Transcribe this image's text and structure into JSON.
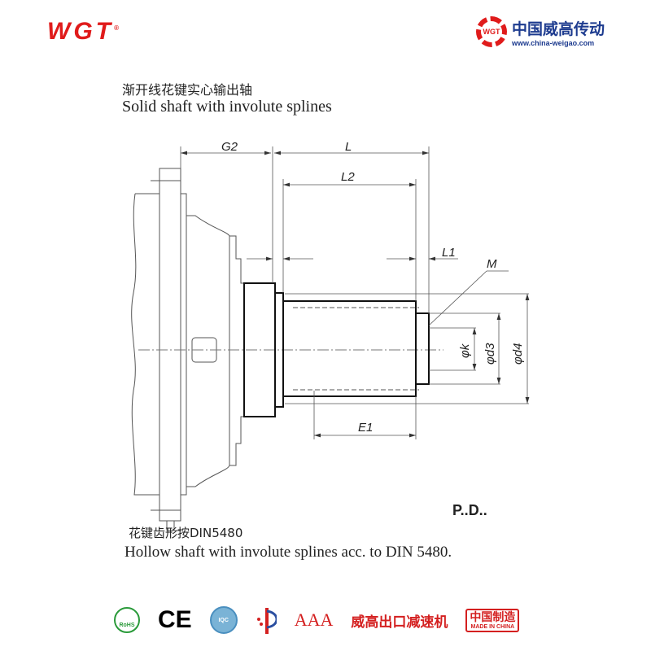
{
  "header": {
    "logo_text": "WGT",
    "logo_reg": "®",
    "brand_gear_text": "WGT",
    "brand_name": "中国威高传动",
    "brand_url": "www.china-weigao.com"
  },
  "drawing": {
    "title_cn": "渐开线花键实心输出轴",
    "title_en": "Solid shaft with involute splines",
    "dimensions": {
      "G2": "G2",
      "L": "L",
      "L2": "L2",
      "L1": "L1",
      "M": "M",
      "E1": "E1",
      "k": "φk",
      "d3": "φd3",
      "d4": "φd4"
    },
    "pd_label": "P..D..",
    "note_cn": "花键齿形按DIN5480",
    "note_en": "Hollow shaft with involute splines acc. to DIN 5480."
  },
  "footer": {
    "rohs": "RoHS",
    "ce": "CE",
    "iqc": "IQC",
    "aaa": "AAA",
    "export_text": "威高出口减速机",
    "made_in_china_cn": "中国制造",
    "made_in_china_en": "MADE IN CHINA"
  },
  "colors": {
    "brand_red": "#e01b1b",
    "brand_blue": "#1d3b8f"
  }
}
